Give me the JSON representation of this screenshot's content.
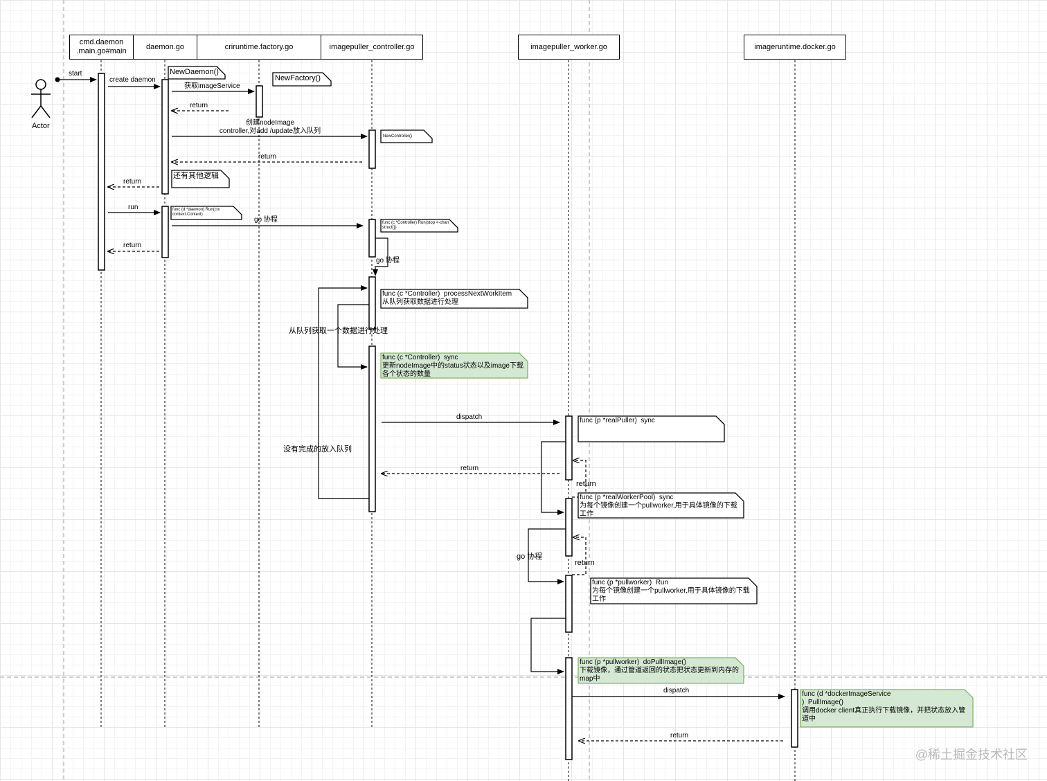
{
  "colors": {
    "line": "#000000",
    "grid": "#e6e6e6",
    "note_green_fill": "#d5e8d4",
    "note_green_stroke": "#82b366",
    "page_border": "#bdbdbd"
  },
  "actor": {
    "label": "Actor"
  },
  "lifelines": [
    {
      "id": "main",
      "label": "cmd.daemon\n.main.go#main"
    },
    {
      "id": "daemon",
      "label": "daemon.go"
    },
    {
      "id": "factory",
      "label": "criruntime.factory.go"
    },
    {
      "id": "controller",
      "label": "imagepuller_controller.go"
    },
    {
      "id": "worker",
      "label": "imagepuller_worker.go"
    },
    {
      "id": "docker",
      "label": "imageruntime.docker.go"
    }
  ],
  "messages": {
    "start": "start",
    "create_daemon": "create daemon",
    "get_image_service": "获取imageService",
    "return_factory": "return",
    "create_node_image": "创建nodeImage\ncontroller,对add /update放入队列",
    "return_controller": "return",
    "return_main_1": "return",
    "run": "run",
    "go_coroutine_1": "go 协程",
    "return_main_2": "return",
    "go_coroutine_2": "go 协程",
    "loop_get_queue": "从队列获取一个数据进行处理",
    "loop_requeue": "没有完成的放入队列",
    "dispatch_worker": "dispatch",
    "return_worker": "return",
    "return_sync": "return",
    "return_pool": "return",
    "go_coroutine_3": "go 协程",
    "dispatch_docker": "dispatch",
    "return_docker": "return"
  },
  "notes": {
    "new_daemon": "NewDaemon()",
    "new_factory": "NewFactory()",
    "new_controller": "NewController()",
    "other_logic": "还有其他逻辑",
    "daemon_run": "func (d *daemon) Run(ctx\ncontext.Context)",
    "controller_run": "func (c *Controller) Run(stop <-chan\nstruct{})",
    "process_next": "func (c *Controller)  processNextWorkItem\n从队列获取数据进行处理",
    "controller_sync": "func (c *Controller)  sync\n更新nodeImage中的status状态以及image下载\n各个状态的数量",
    "real_puller_sync": "func (p *realPuller)  sync",
    "real_worker_pool_sync": "func (p *realWorkerPool)  sync\n为每个镜像创建一个pullworker,用于具体镜像的下载\n工作",
    "pullworker_run": "func (p *pullworker)  Run\n为每个镜像创建一个pullworker,用于具体镜像的下载\n工作",
    "do_pull_image": "func (p *pullworker)  doPullImage()\n下载镜像，通过管道返回的状态把状态更新到内存的\nmap中",
    "docker_pull_image": "func (d *dockerImageService\n)  PullImage()\n调用docker client真正执行下载镜像，并把状态放入管\n道中"
  },
  "watermark": "@稀土掘金技术社区"
}
